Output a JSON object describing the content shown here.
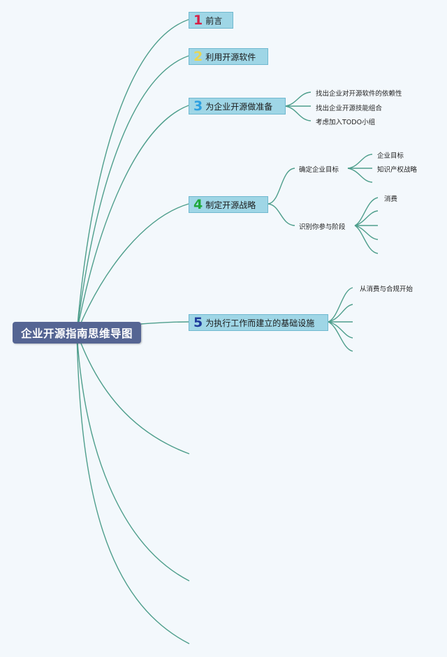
{
  "root": {
    "label": "企业开源指南思维导图"
  },
  "topics": [
    {
      "num": "1",
      "label": "前言",
      "num_color": "#d62046"
    },
    {
      "num": "2",
      "label": "利用开源软件",
      "num_color": "#e8d654"
    },
    {
      "num": "3",
      "label": "为企业开源做准备",
      "num_color": "#2b9fe0",
      "children": [
        "找出企业对开源软件的依赖性",
        "找出企业开源技能组合",
        "考虑加入TODO小组"
      ]
    },
    {
      "num": "4",
      "label": "制定开源战略",
      "num_color": "#1fa83a",
      "children": [
        {
          "label": "确定企业目标",
          "children": [
            "企业目标",
            "知识产权战略"
          ]
        },
        {
          "label": "识别你参与阶段",
          "children": [
            "消费"
          ]
        }
      ]
    },
    {
      "num": "5",
      "label": "为执行工作而建立的基础设施",
      "num_color": "#1f3c9c",
      "children": [
        "从消费与合规开始"
      ]
    }
  ],
  "colors": {
    "branch": "#4e9e8c",
    "topic_fill": "#9fd6e6",
    "root_fill": "#556593"
  }
}
